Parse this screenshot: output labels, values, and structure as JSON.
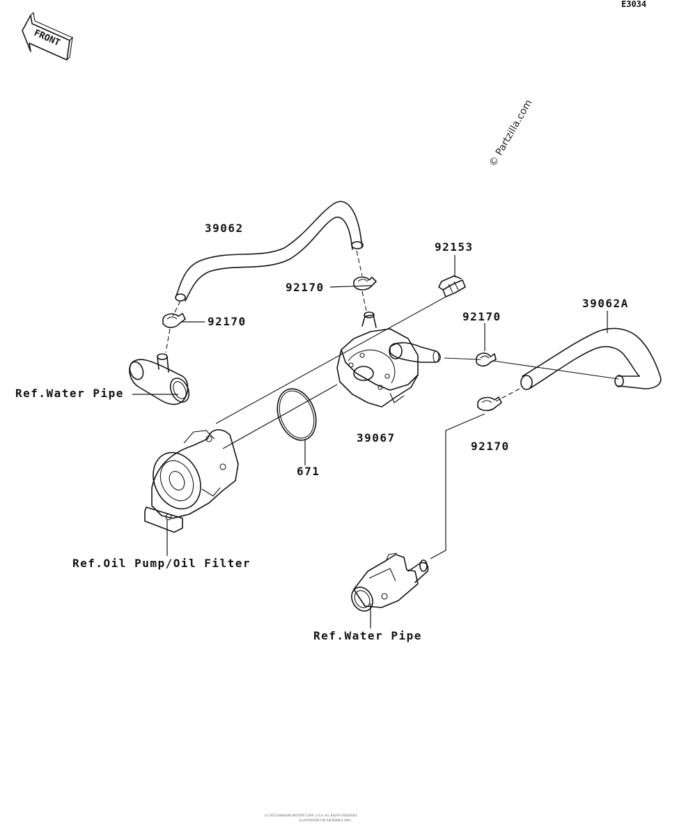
{
  "diagram_code": "E3034",
  "front_label": "FRONT",
  "watermark": "© Partzilla.com",
  "callouts": {
    "hose_upper": "39062",
    "clamp_upper": "92170",
    "clamp_left": "92170",
    "bolt": "92153",
    "clamp_right_upper": "92170",
    "hose_right": "39062A",
    "oil_cooler": "39067",
    "clamp_right_lower": "92170",
    "o_ring": "671"
  },
  "references": {
    "water_pipe_left": "Ref.Water Pipe",
    "oil_pump_filter": "Ref.Oil Pump/Oil Filter",
    "water_pipe_bottom": "Ref.Water Pipe"
  },
  "footer": {
    "line1": "(c) 2015 KAWASAKI MOTORS CORP., U.S.A. ALL RIGHTS RESERVED",
    "line2": "ILLUSTRATION FOR REFERENCE ONLY"
  }
}
